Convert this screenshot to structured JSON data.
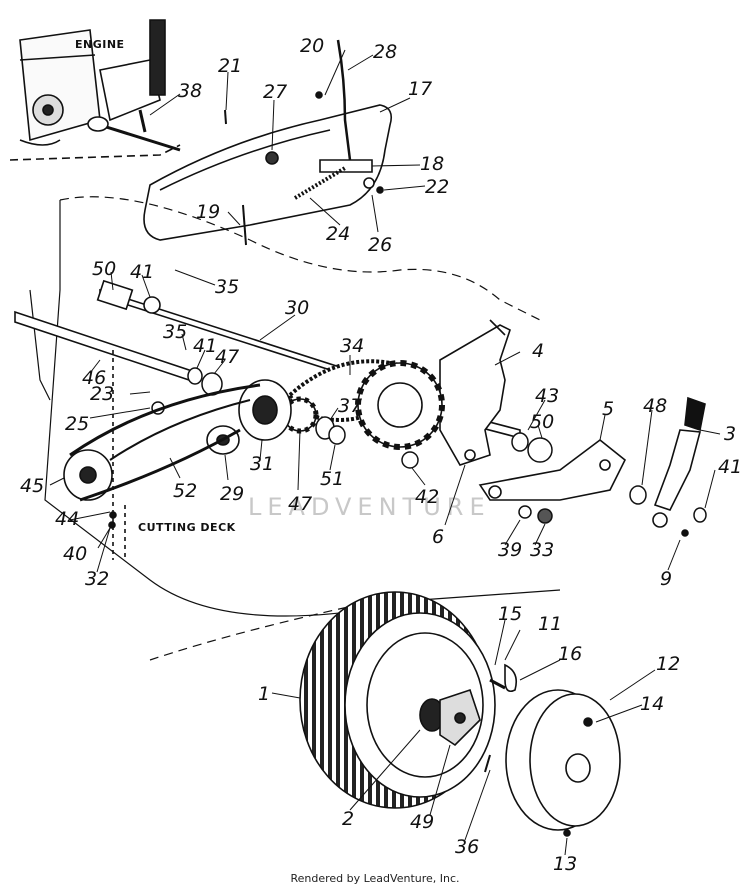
{
  "diagram": {
    "engine_label": "ENGINE",
    "deck_label": "CUTTING DECK",
    "watermark": "LEADVENTURE",
    "footer": "Rendered by LeadVenture, Inc.",
    "callouts": [
      "20",
      "28",
      "21",
      "27",
      "17",
      "38",
      "18",
      "22",
      "19",
      "26",
      "24",
      "50",
      "41",
      "35",
      "30",
      "35",
      "41",
      "47",
      "34",
      "4",
      "46",
      "23",
      "25",
      "37",
      "43",
      "50",
      "5",
      "48",
      "3",
      "31",
      "51",
      "41",
      "45",
      "52",
      "29",
      "47",
      "42",
      "6",
      "44",
      "39",
      "33",
      "9",
      "40",
      "32",
      "15",
      "11",
      "16",
      "12",
      "1",
      "14",
      "2",
      "49",
      "36",
      "13"
    ]
  }
}
